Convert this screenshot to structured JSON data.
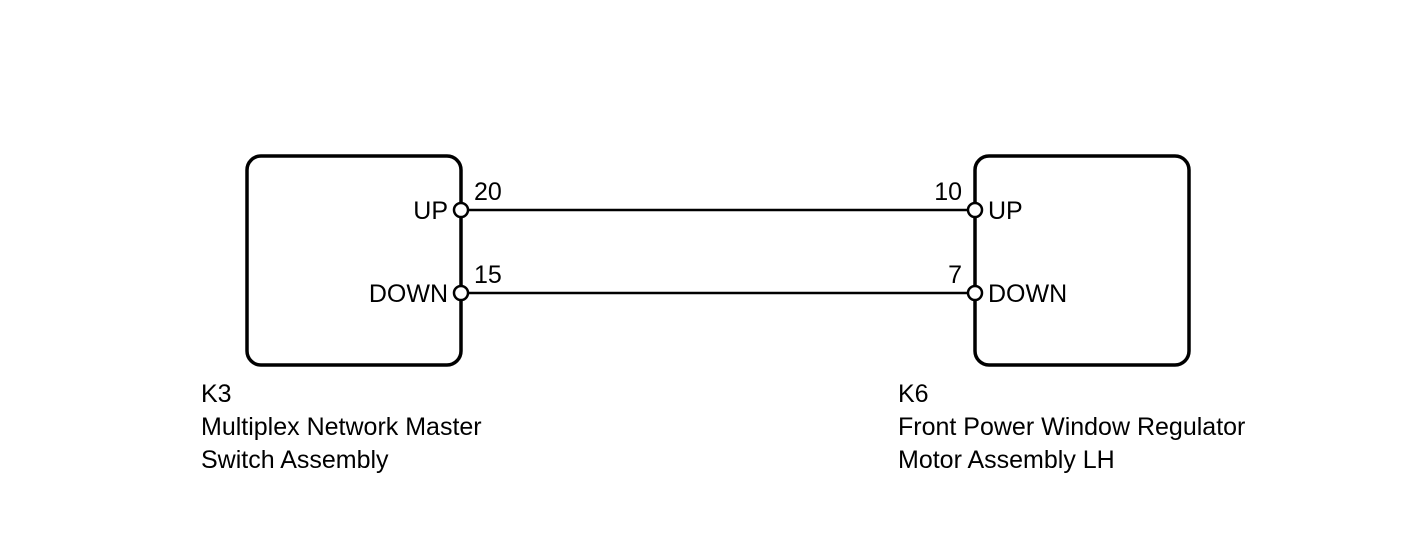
{
  "left_component": {
    "id": "K3",
    "name_line1": "Multiplex Network Master",
    "name_line2": "Switch Assembly",
    "pins": [
      {
        "label": "UP",
        "number": "20"
      },
      {
        "label": "DOWN",
        "number": "15"
      }
    ]
  },
  "right_component": {
    "id": "K6",
    "name_line1": "Front Power Window Regulator",
    "name_line2": "Motor Assembly LH",
    "pins": [
      {
        "label": "UP",
        "number": "10"
      },
      {
        "label": "DOWN",
        "number": "7"
      }
    ]
  },
  "colors": {
    "line": "#000000",
    "background": "#ffffff",
    "terminal_fill": "#ffffff"
  }
}
